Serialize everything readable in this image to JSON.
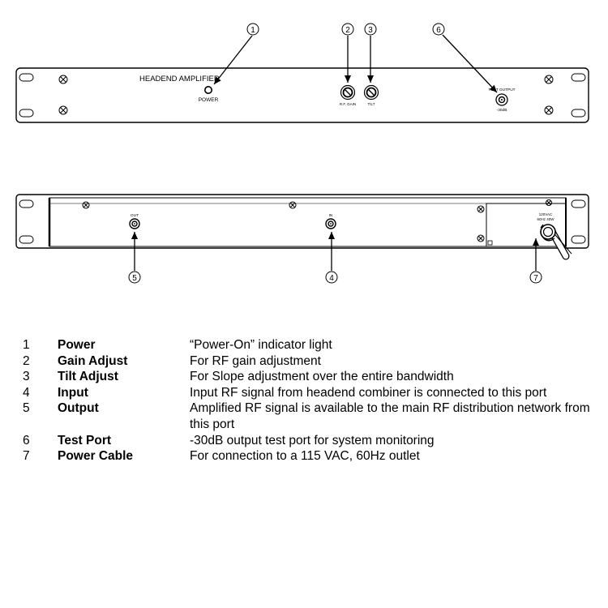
{
  "front_panel": {
    "title": "HEADEND AMPLIFIER",
    "power_label": "POWER",
    "rf_gain_label": "R.F. GAIN",
    "tilt_label": "TILT",
    "test_output_label": "TEST OUTPUT",
    "test_output_level": "-30dB"
  },
  "rear_panel": {
    "out_label": "OUT",
    "in_label": "IN",
    "power_spec_line1": "120VAC",
    "power_spec_line2": "60Hz 40W"
  },
  "callouts": [
    "1",
    "2",
    "3",
    "4",
    "5",
    "6",
    "7"
  ],
  "legend": [
    {
      "num": "1",
      "name": "Power",
      "desc": "“Power-On” indicator light"
    },
    {
      "num": "2",
      "name": "Gain Adjust",
      "desc": "For RF gain adjustment"
    },
    {
      "num": "3",
      "name": "Tilt Adjust",
      "desc": "For Slope adjustment over the entire bandwidth"
    },
    {
      "num": "4",
      "name": "Input",
      "desc": "Input RF signal from headend combiner is connected to this port"
    },
    {
      "num": "5",
      "name": "Output",
      "desc": "Amplified RF signal is available to the main RF distribution network from this port"
    },
    {
      "num": "6",
      "name": "Test Port",
      "desc": "-30dB output test port for system monitoring"
    },
    {
      "num": "7",
      "name": "Power Cable",
      "desc": "For connection to a 115 VAC, 60Hz outlet"
    }
  ]
}
